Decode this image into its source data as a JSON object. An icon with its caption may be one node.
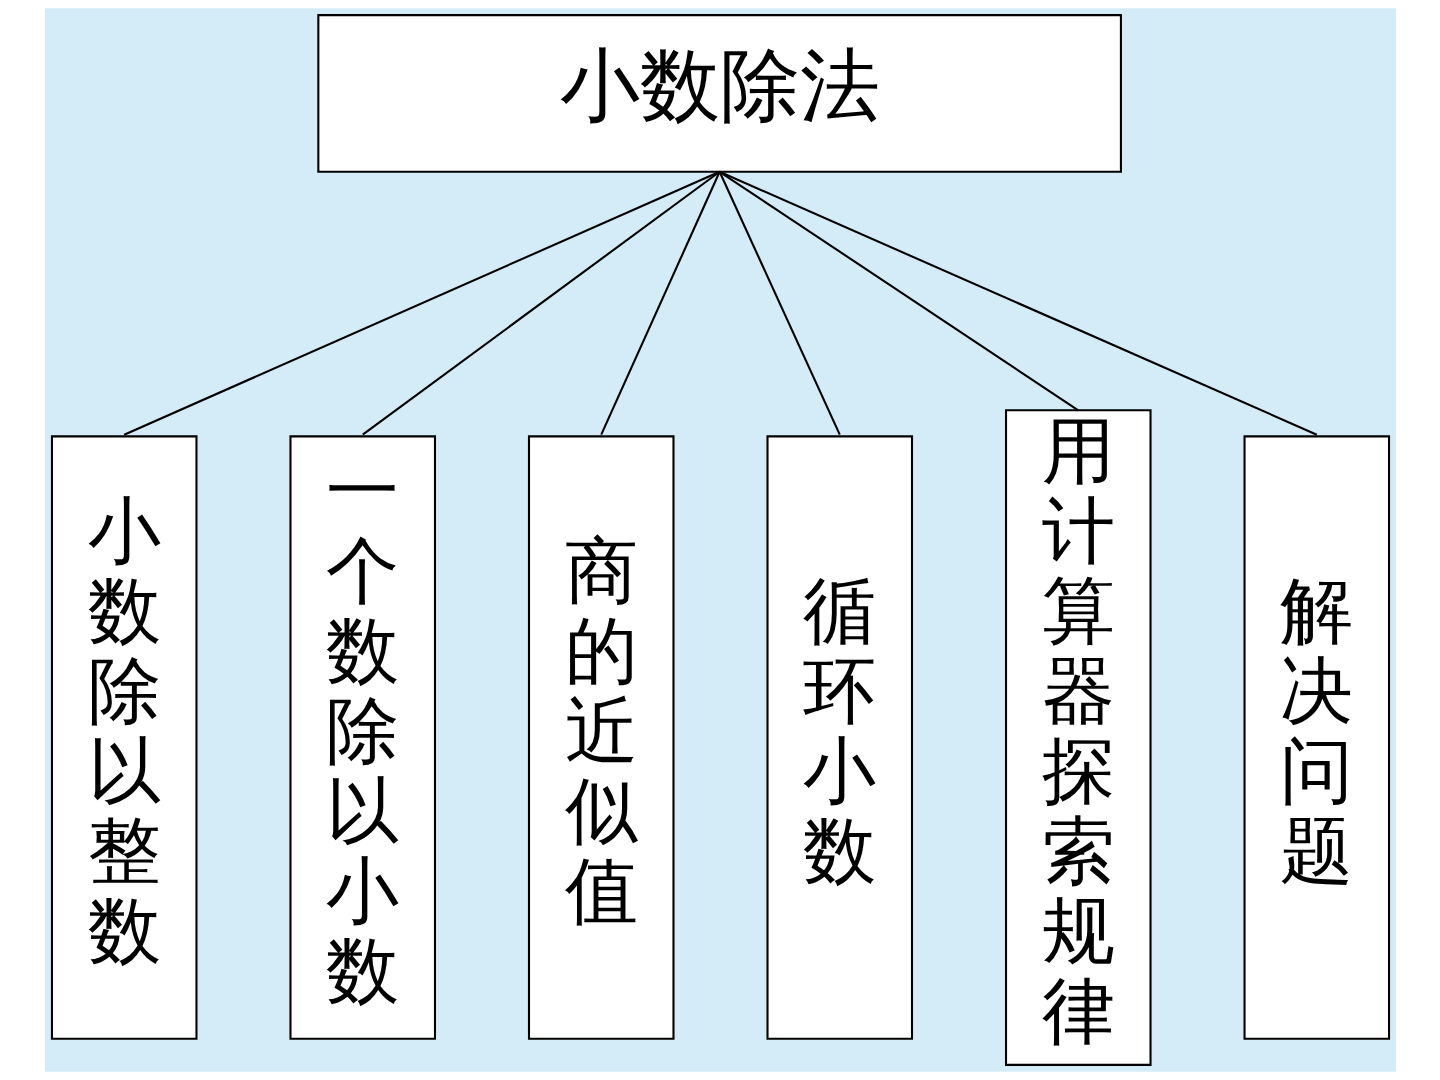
{
  "diagram": {
    "nodes": [
      {
        "text": [
          "小数除法"
        ]
      },
      {
        "text": [
          "小数除以整数"
        ]
      },
      {
        "text": [
          "一个数除以小数"
        ]
      },
      {
        "text": [
          "商的近似值"
        ]
      },
      {
        "text": [
          "循环小数"
        ]
      },
      {
        "text": [
          "用计算器探索规律"
        ]
      },
      {
        "text": [
          "解决问题"
        ]
      }
    ],
    "edges": [
      {
        "from": 0,
        "to": 1,
        "arrow": "none"
      },
      {
        "from": 0,
        "to": 2,
        "arrow": "none"
      },
      {
        "from": 0,
        "to": 3,
        "arrow": "none"
      },
      {
        "from": 0,
        "to": 4,
        "arrow": "none"
      },
      {
        "from": 0,
        "to": 5,
        "arrow": "none"
      },
      {
        "from": 0,
        "to": 6,
        "arrow": "none"
      }
    ]
  }
}
